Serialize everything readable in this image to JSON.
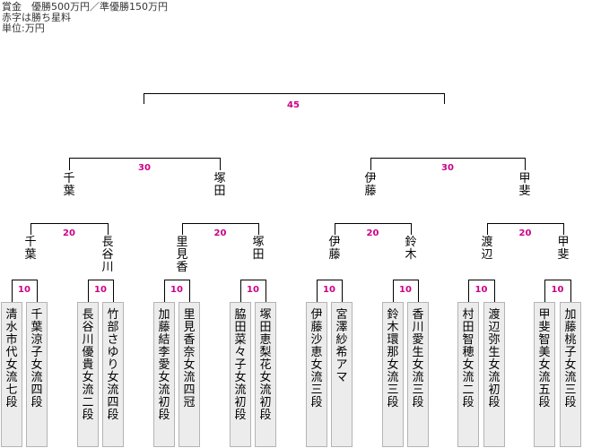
{
  "notes": {
    "prize": "賞金　優勝500万円／準優勝150万円",
    "red_note": "赤字は勝ち星料",
    "unit": "単位:万円"
  },
  "colors": {
    "prize_text": "#cc0088",
    "line": "#000000",
    "box_fill": "#ececec",
    "box_border": "#b4b4b4"
  },
  "final": {
    "prize": "45"
  },
  "semifinals": [
    {
      "prize": "30",
      "left": "千葉",
      "right": "塚田"
    },
    {
      "prize": "30",
      "left": "伊藤",
      "right": "甲斐"
    }
  ],
  "quarterfinals": [
    {
      "prize": "20",
      "left": "千葉",
      "right": "長谷川"
    },
    {
      "prize": "20",
      "left": "里見香",
      "right": "塚田"
    },
    {
      "prize": "20",
      "left": "伊藤",
      "right": "鈴木"
    },
    {
      "prize": "20",
      "left": "渡辺",
      "right": "甲斐"
    }
  ],
  "first_round_prizes": [
    "10",
    "10",
    "10",
    "10",
    "10",
    "10",
    "10",
    "10"
  ],
  "players": [
    "清水市代女流七段",
    "千葉涼子女流四段",
    "長谷川優貴女流二段",
    "竹部さゆり女流四段",
    "加藤結李愛女流初段",
    "里見香奈女流四冠",
    "脇田菜々子女流初段",
    "塚田恵梨花女流初段",
    "伊藤沙恵女流三段",
    "宮澤紗希アマ",
    "鈴木環那女流三段",
    "香川愛生女流三段",
    "村田智穂女流二段",
    "渡辺弥生女流初段",
    "甲斐智美女流五段",
    "加藤桃子女流三段"
  ]
}
